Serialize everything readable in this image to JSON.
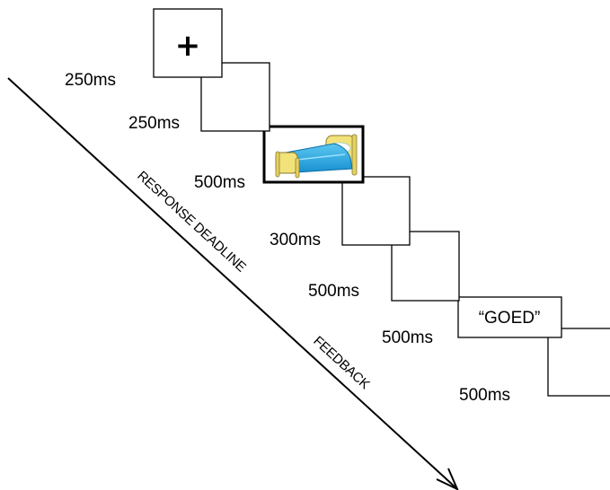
{
  "fixation": {
    "symbol": "+"
  },
  "durations": {
    "fixation": "250ms",
    "blank_1": "250ms",
    "stimulus": "500ms",
    "blank_2": "300ms",
    "blank_3": "500ms",
    "feedback": "500ms",
    "blank_4": "500ms"
  },
  "feedback": {
    "text": "“GOED”"
  },
  "timeline": {
    "response_deadline": "RESPONSE DEADLINE",
    "feedback": "FEEDBACK"
  },
  "stimulus": {
    "icon": "bed-icon"
  },
  "colors": {
    "bed_blanket": "#29a8e3",
    "bed_frame": "#f2e27a",
    "line": "#000000"
  }
}
